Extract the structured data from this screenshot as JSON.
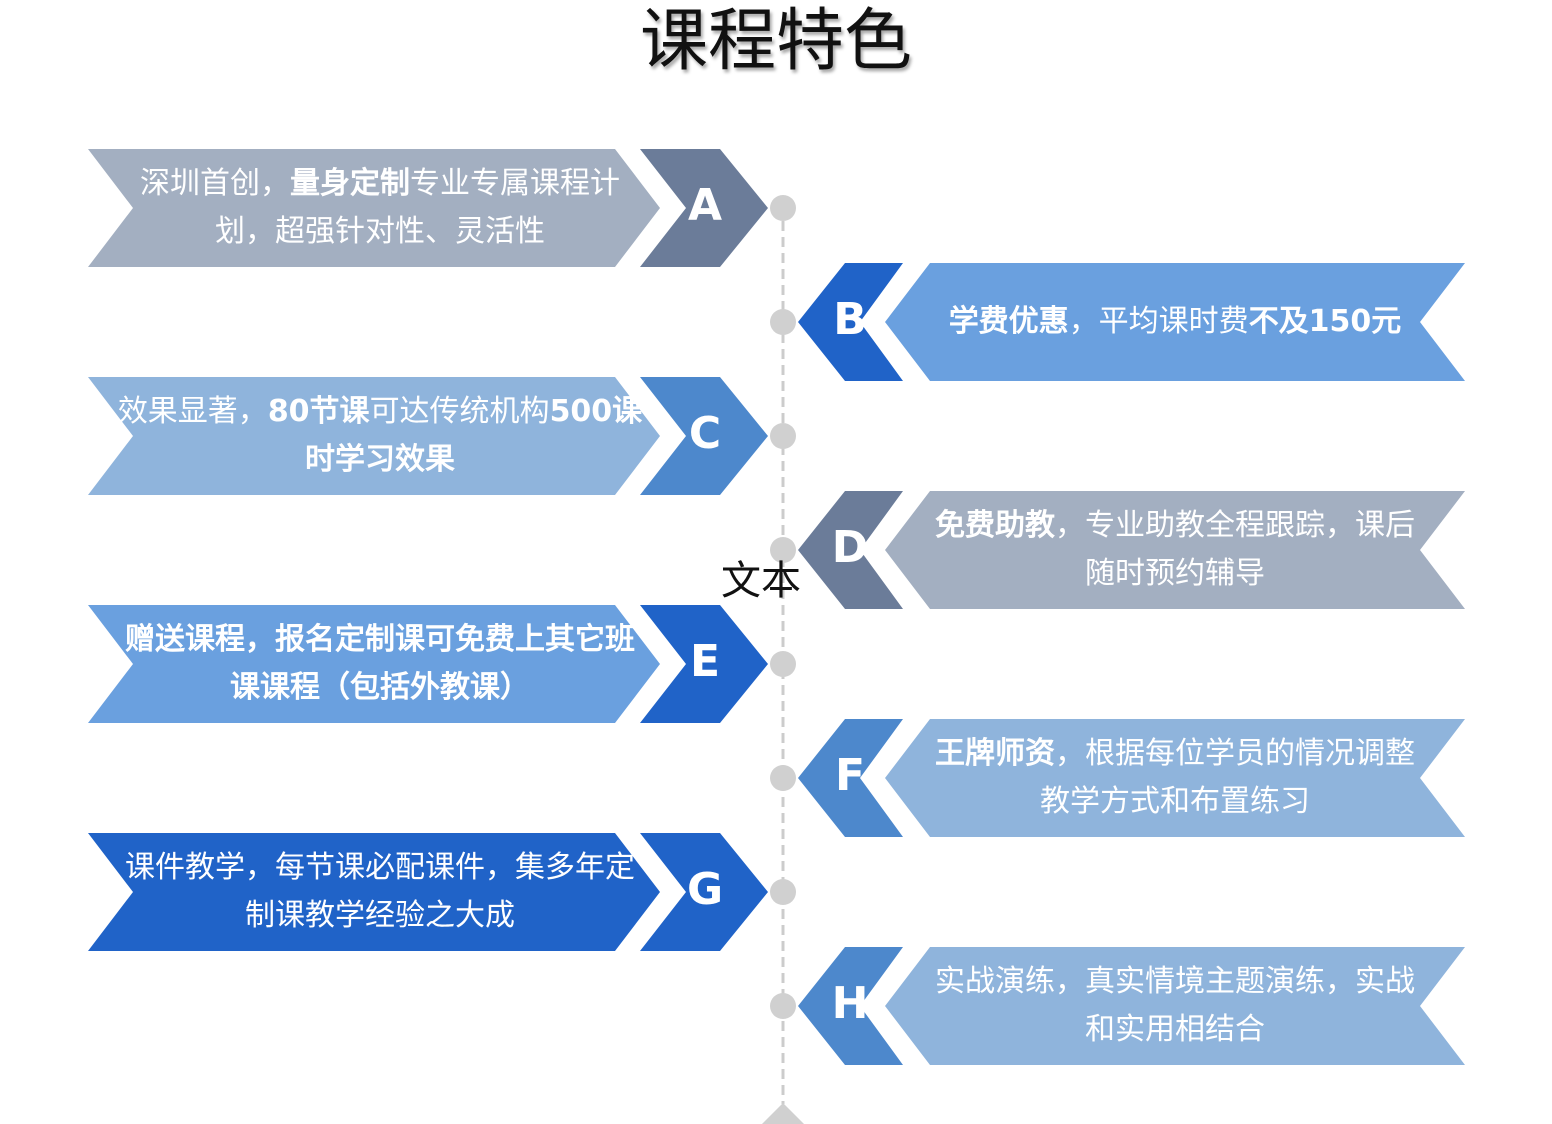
{
  "title": "课程特色",
  "stray_label": "文本",
  "items": [
    {
      "letter": "A",
      "side": "left",
      "tip_color": "#6b7c99",
      "body_color": "#a3afc1",
      "lines": [
        [
          {
            "t": "深圳首创，",
            "b": false
          },
          {
            "t": "量身定制",
            "b": true
          },
          {
            "t": "专业专属课程计",
            "b": false
          }
        ],
        [
          {
            "t": "划，超强针对性、灵活性",
            "b": false
          }
        ]
      ]
    },
    {
      "letter": "B",
      "side": "right",
      "tip_color": "#2063c8",
      "body_color": "#6aa0df",
      "lines": [
        [
          {
            "t": "学费优惠",
            "b": true
          },
          {
            "t": "，平均课时费",
            "b": false
          },
          {
            "t": "不及150元",
            "b": true
          }
        ]
      ]
    },
    {
      "letter": "C",
      "side": "left",
      "tip_color": "#4d88cc",
      "body_color": "#8fb4dc",
      "lines": [
        [
          {
            "t": "效果显著，",
            "b": false
          },
          {
            "t": "80节课",
            "b": true
          },
          {
            "t": "可达传统机构",
            "b": false
          },
          {
            "t": "500课",
            "b": true
          }
        ],
        [
          {
            "t": "时学习效果",
            "b": true
          }
        ]
      ]
    },
    {
      "letter": "D",
      "side": "right",
      "tip_color": "#6b7c99",
      "body_color": "#a3afc1",
      "lines": [
        [
          {
            "t": "免费助教",
            "b": true
          },
          {
            "t": "，专业助教全程跟踪，课后",
            "b": false
          }
        ],
        [
          {
            "t": "随时预约辅导",
            "b": false
          }
        ]
      ]
    },
    {
      "letter": "E",
      "side": "left",
      "tip_color": "#2063c8",
      "body_color": "#6aa0df",
      "lines": [
        [
          {
            "t": "赠送课程，报名定制课可免费上其它班",
            "b": true
          }
        ],
        [
          {
            "t": "课课程（包括外教课）",
            "b": true
          }
        ]
      ]
    },
    {
      "letter": "F",
      "side": "right",
      "tip_color": "#4d88cc",
      "body_color": "#8fb4dc",
      "lines": [
        [
          {
            "t": "王牌师资",
            "b": true
          },
          {
            "t": "，根据每位学员的情况调整",
            "b": false
          }
        ],
        [
          {
            "t": "教学方式和布置练习",
            "b": false
          }
        ]
      ]
    },
    {
      "letter": "G",
      "side": "left",
      "tip_color": "#2063c8",
      "body_color": "#2063c8",
      "lines": [
        [
          {
            "t": "课件教学，每节课必配课件，集多年定",
            "b": false
          }
        ],
        [
          {
            "t": "制课教学经验之大成",
            "b": false
          }
        ]
      ]
    },
    {
      "letter": "H",
      "side": "right",
      "tip_color": "#4d88cc",
      "body_color": "#8fb4dc",
      "lines": [
        [
          {
            "t": "实战演练，真实情境主题演练，实战",
            "b": false
          }
        ],
        [
          {
            "t": "和实用相结合",
            "b": false
          }
        ]
      ]
    }
  ],
  "timeline": {
    "line_color": "#cccccc",
    "node_color": "#d0d0d0"
  }
}
